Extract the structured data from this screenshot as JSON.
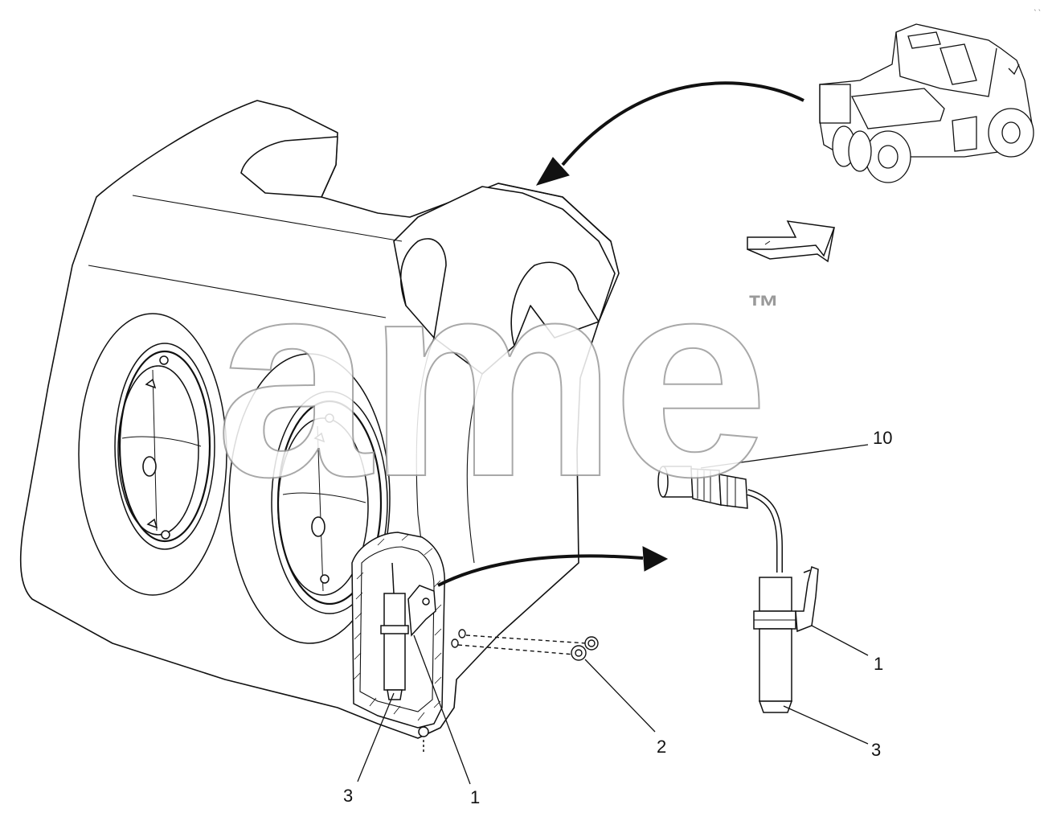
{
  "watermark": {
    "text": "ame",
    "trademark": "™"
  },
  "corner_mark": "ˎˎ",
  "callouts": [
    {
      "id": "c10",
      "label": "10"
    },
    {
      "id": "c1-right",
      "label": "1"
    },
    {
      "id": "c3-right",
      "label": "3"
    },
    {
      "id": "c2",
      "label": "2"
    },
    {
      "id": "c3-left",
      "label": "3"
    },
    {
      "id": "c1-left",
      "label": "1"
    }
  ],
  "colors": {
    "line": "#111111",
    "watermark_outline": "#9a9a9a",
    "background": "#ffffff"
  }
}
